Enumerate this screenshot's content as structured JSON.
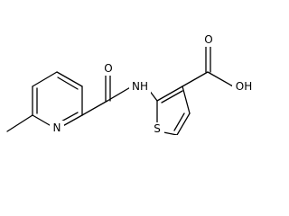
{
  "molecule": {
    "atom_labels": {
      "pyridine_n": "N",
      "carbonyl_o": "O",
      "amide_n": "NH",
      "acid_o": "O",
      "acid_oh": "OH",
      "thiophene_s": "S"
    },
    "colors": {
      "bond": "#000000",
      "label": "#000000",
      "background": "#ffffff"
    }
  }
}
